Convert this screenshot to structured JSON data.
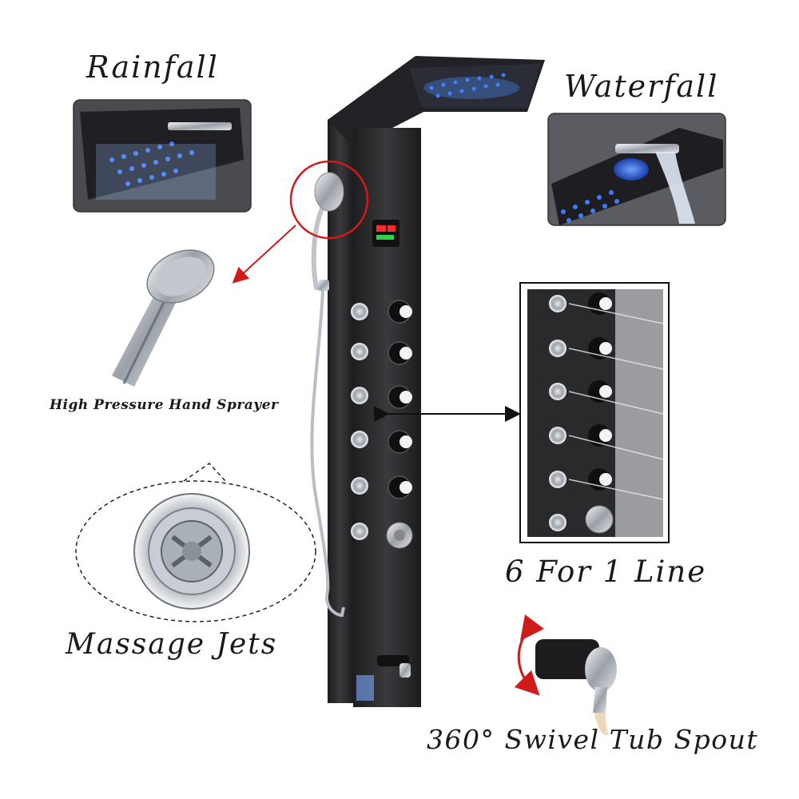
{
  "labels": {
    "rainfall": "Rainfall",
    "waterfall": "Waterfall",
    "hand_sprayer": "High Pressure Hand Sprayer",
    "six_for_one": "6 For 1 Line",
    "massage_jets": "Massage Jets",
    "tub_spout": "360° Swivel Tub Spout"
  },
  "colors": {
    "panel": "#2b2b2e",
    "led_blue": "#2f6bff",
    "chrome": "#c8ccd2",
    "callout_red": "#d11a1a",
    "display_red": "#ff2a2a"
  }
}
